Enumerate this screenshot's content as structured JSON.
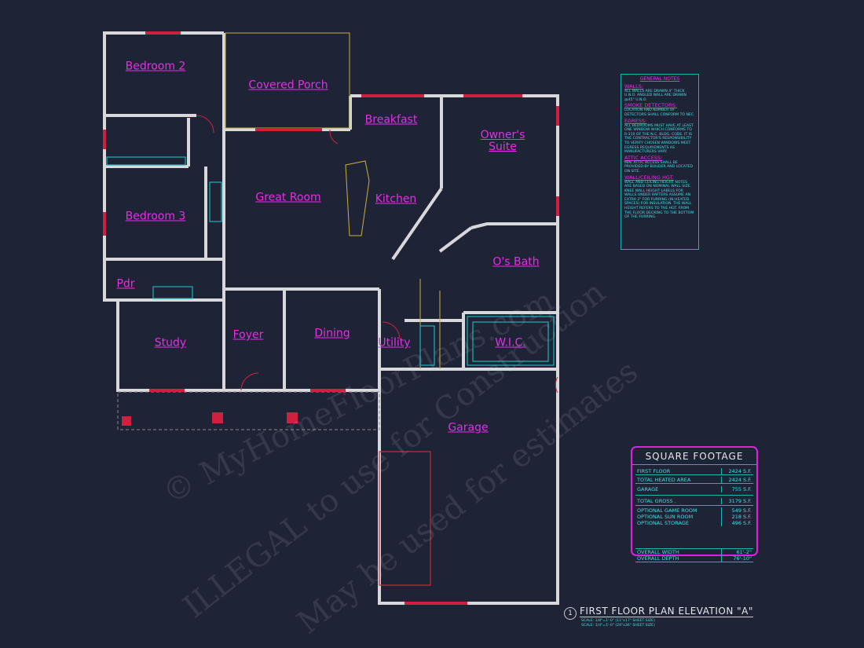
{
  "plan": {
    "rooms": {
      "bedroom2": "Bedroom 2",
      "covered_porch": "Covered Porch",
      "breakfast": "Breakfast",
      "owners_suite_1": "Owner's",
      "owners_suite_2": "Suite",
      "great_room": "Great Room",
      "kitchen": "Kitchen",
      "bedroom3": "Bedroom 3",
      "pdr": "Pdr",
      "os_bath": "O's Bath",
      "study": "Study",
      "foyer": "Foyer",
      "dining": "Dining",
      "utility": "Utility",
      "wic": "W.I.C.",
      "garage": "Garage"
    },
    "colors": {
      "background": "#1f2336",
      "walls": "#d8d8dc",
      "room_labels": "#e62ee6",
      "annotations": "#3fe0e0",
      "windows": "#d02040"
    }
  },
  "watermarks": [
    "© MyHomeFloorPlans.com",
    "ILLEGAL to use for Construction",
    "May be used for estimates"
  ],
  "general_notes": {
    "title": "GENERAL NOTES",
    "sections": [
      {
        "heading": "WALLS:",
        "text": "ALL WALLS ARE DRAWN 4\" THICK U.N.O. ANGLED WALL ARE DRAWN @45° U.N.O."
      },
      {
        "heading": "SMOKE DETECTORS:",
        "text": "LOCATION AND NUMBER OF DETECTORS SHALL CONFORM TO NEC."
      },
      {
        "heading": "EGRESS:",
        "text": "ALL BEDROOMS MUST HAVE AT LEAST ONE WINDOW WHICH CONFORMS TO R-310 OF THE N.C. BLDG. CODE. IT IS THE CONTRACTOR'S RESPONSIBILITY TO VERIFY CHOSEN WINDOWS MEET EGRESS REQUIREMENTS AS MANUFACTURERS VARY."
      },
      {
        "heading": "ATTIC ACCESS:",
        "text": "MIN. ATTIC ACCESS SHALL BE PROVIDED BY BUILDER AND LOCATED ON SITE."
      },
      {
        "heading": "WALL/CEILING HGT.",
        "text": "WALL AND CEILING HEIGHT NOTES ARE BASED ON NOMINAL WALL SIZE. KNEE WALL HEIGHT LABELS FOR WALLS UNDER RAFTERS ASSUME AN EXTRA 2\" FOR FURRING (IN HEATED SPACES) FOR INSULATION. THE WALL HEIGHT REFERS TO THE HGT. FROM THE FLOOR DECKING TO THE BOTTOM OF THE FURRING."
      }
    ]
  },
  "square_footage": {
    "title": "SQUARE FOOTAGE",
    "rows": [
      {
        "label": "FIRST FLOOR",
        "value": "2424 S.F."
      },
      {
        "label": "TOTAL HEATED AREA",
        "value": "2424 S.F."
      },
      {
        "label": "GARAGE",
        "value": "755 S.F."
      },
      {
        "label": "TOTAL GROSS .",
        "value": "3179 S.F."
      },
      {
        "label": "OPTIONAL GAME ROOM",
        "value": "549 S.F."
      },
      {
        "label": "OPTIONAL SUN ROOM",
        "value": "218 S.F."
      },
      {
        "label": "OPTIONAL STORAGE",
        "value": "496 S.F."
      },
      {
        "label": "OVERALL WIDTH",
        "value": "61'-2\""
      },
      {
        "label": "OVERALL DEPTH",
        "value": "76'-10\""
      }
    ]
  },
  "title_block": {
    "number": "1",
    "title": "FIRST FLOOR PLAN ELEVATION \"A\"",
    "scale1": "SCALE: 1/8\"=1'-0\" (11\"x17\" SHEET SIZE)",
    "scale2": "SCALE: 1/4\"=1'-0\" (24\"x36\" SHEET SIZE)"
  }
}
